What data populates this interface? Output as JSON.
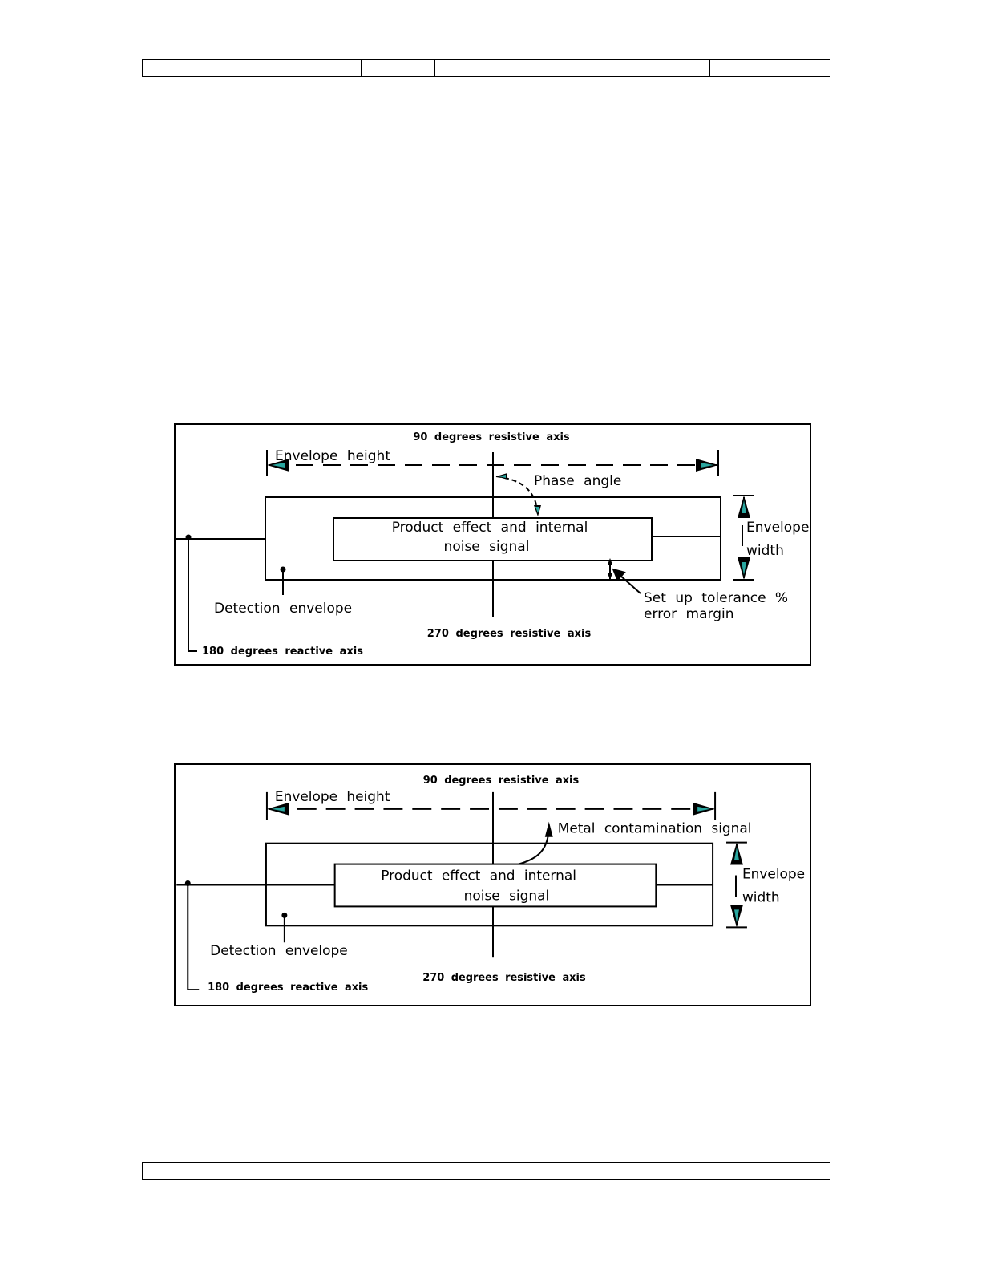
{
  "figure1": {
    "axis_top": "90 degrees resistive axis",
    "axis_bottom": "270 degrees resistive axis",
    "axis_left": "180 degrees reactive axis",
    "envelope_height": "Envelope height",
    "phase_angle": "Phase angle",
    "product_line1": "Product effect and internal",
    "product_line2": "noise signal",
    "envelope_width_line1": "Envelope",
    "envelope_width_line2": "width",
    "detection_envelope": "Detection envelope",
    "tolerance_line1": "Set up tolerance %",
    "tolerance_line2": "error margin"
  },
  "figure2": {
    "axis_top": "90 degrees resistive axis",
    "axis_bottom": "270 degrees resistive axis",
    "axis_left": "180 degrees reactive axis",
    "envelope_height": "Envelope height",
    "metal_signal": "Metal contamination signal",
    "product_line1": "Product effect and internal",
    "product_line2": "noise signal",
    "envelope_width_line1": "Envelope",
    "envelope_width_line2": "width",
    "detection_envelope": "Detection envelope"
  },
  "colors": {
    "line": "#000000",
    "arrow_accent": "#2aa7a0",
    "link_underline": "#1a1aee"
  }
}
